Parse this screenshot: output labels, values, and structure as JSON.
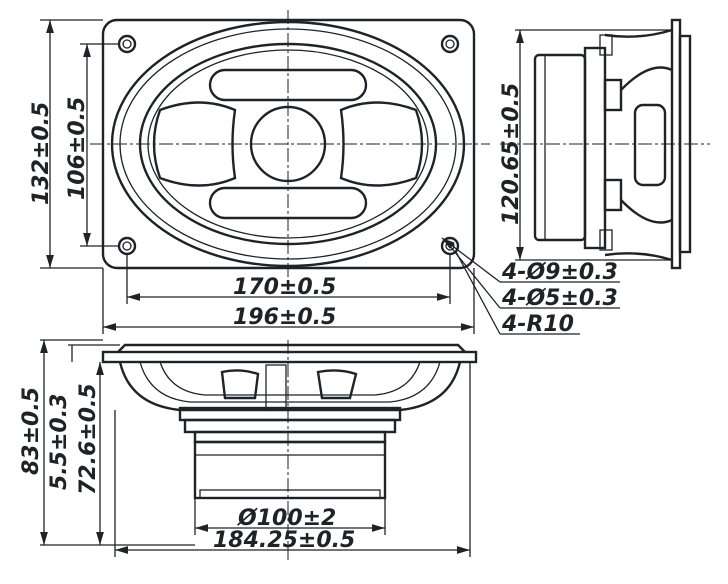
{
  "top_view": {
    "height_outer": "132±0.5",
    "height_holes": "106±0.5",
    "width_holes": "170±0.5",
    "width_outer": "196±0.5",
    "hole_dia": "4-Ø9±0.3",
    "hole_inner": "4-Ø5±0.3",
    "corner_radius": "4-R10"
  },
  "side_view": {
    "height": "120.65±0.5"
  },
  "front_view": {
    "depth_total": "83±0.5",
    "flange": "5.5±0.3",
    "depth_body": "72.6±0.5",
    "magnet_dia": "Ø100±2",
    "width": "184.25±0.5"
  }
}
